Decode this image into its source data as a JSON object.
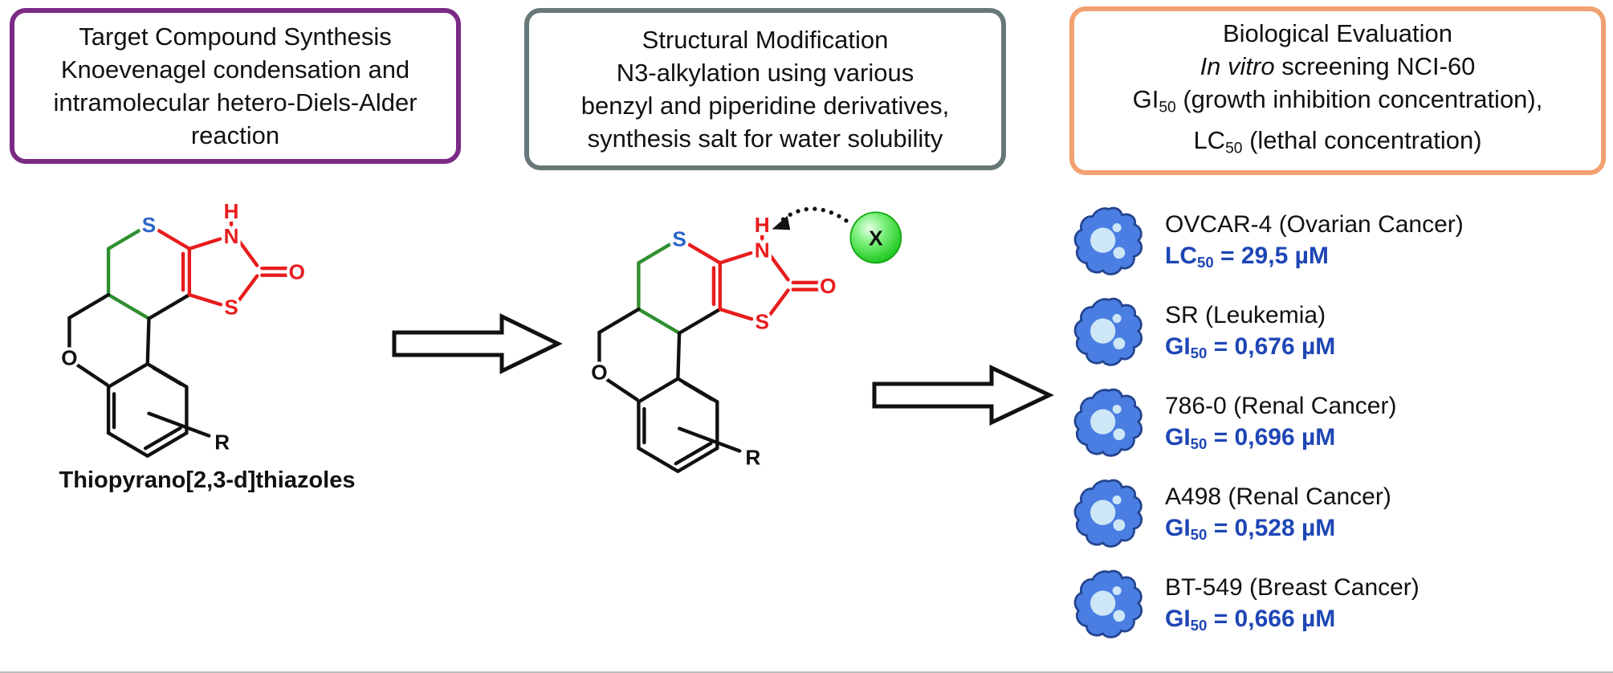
{
  "boxes": {
    "synthesis": {
      "line1": "Target Compound Synthesis",
      "line2": "Knoevenagel condensation and",
      "line3": "intramolecular hetero-Diels-Alder",
      "line4": "reaction",
      "border_color": "#7b2a85"
    },
    "modification": {
      "line1": "Structural Modification",
      "line2": "N3-alkylation using various",
      "line3": "benzyl and piperidine derivatives,",
      "line4": "synthesis salt for water solubility",
      "border_color": "#677879"
    },
    "evaluation": {
      "line1": "Biological Evaluation",
      "line2_italic": "In vitro",
      "line2_rest": " screening NCI-60",
      "line3_pre": "GI",
      "line3_sub": "50",
      "line3_post": " (growth inhibition concentration),",
      "line4_pre": "LC",
      "line4_sub": "50",
      "line4_post": " (lethal concentration)",
      "border_color": "#f2a171"
    }
  },
  "molecule": {
    "caption": "Thiopyrano[2,3-d]thiazoles",
    "atom_s_thiopyran": "S",
    "atom_n": "N",
    "atom_h": "H",
    "atom_s_thiazole": "S",
    "atom_o_carbonyl": "O",
    "atom_o_pyran": "O",
    "substituent_r": "R",
    "leaving_group_x": "X",
    "bond_color_green": "#2f8f2f",
    "bond_color_red": "#e81c1c",
    "x_ball_color": "#2ee52e"
  },
  "results": {
    "value_color": "#1e46b5",
    "cell_color": "#4b7ee2",
    "items": [
      {
        "name": "OVCAR-4 (Ovarian Cancer)",
        "metric": "LC",
        "sub": "50",
        "value": " = 29,5 µM"
      },
      {
        "name": "SR (Leukemia)",
        "metric": "GI",
        "sub": "50",
        "value": " = 0,676 µM"
      },
      {
        "name": "786-0 (Renal Cancer)",
        "metric": "GI",
        "sub": "50",
        "value": " = 0,696 µM"
      },
      {
        "name": "A498 (Renal Cancer)",
        "metric": "GI",
        "sub": "50",
        "value": " = 0,528 µM"
      },
      {
        "name": "BT-549 (Breast Cancer)",
        "metric": "GI",
        "sub": "50",
        "value": " = 0,666 µM"
      }
    ]
  }
}
